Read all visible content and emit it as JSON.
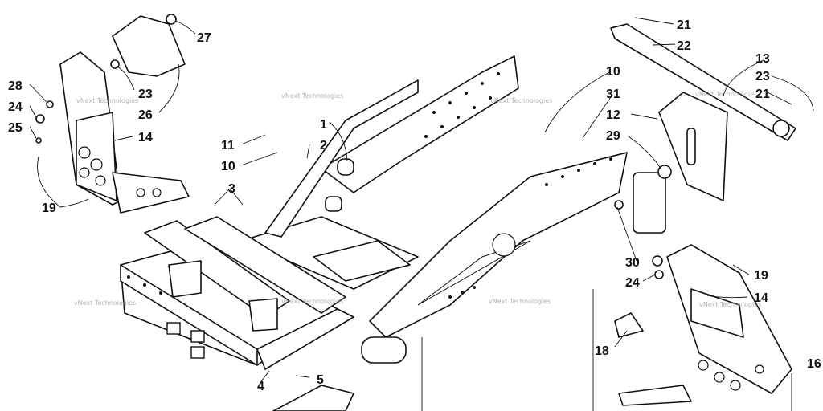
{
  "watermark": "vNext Technologies",
  "callouts": {
    "c1": "1",
    "c2": "2",
    "c3": "3",
    "c4": "4",
    "c5": "5",
    "c10a": "10",
    "c10b": "10",
    "c11": "11",
    "c12": "12",
    "c13": "13",
    "c14a": "14",
    "c14b": "14",
    "c16": "16",
    "c18": "18",
    "c19a": "19",
    "c19b": "19",
    "c21a": "21",
    "c21b": "21",
    "c22": "22",
    "c23a": "23",
    "c23b": "23",
    "c24a": "24",
    "c24b": "24",
    "c25": "25",
    "c26": "26",
    "c27": "27",
    "c28": "28",
    "c29": "29",
    "c30": "30",
    "c31": "31"
  }
}
